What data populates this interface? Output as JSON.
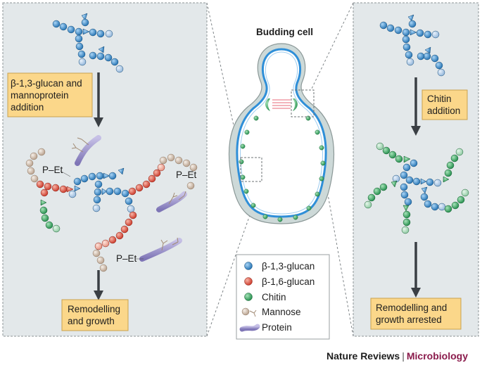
{
  "title": "Budding cell",
  "left_panel": {
    "step1_label_line1": "β-1,3-glucan and",
    "step1_label_line2": "mannoprotein",
    "step1_label_line3": "addition",
    "step2_label_line1": "Remodelling",
    "step2_label_line2": "and growth",
    "pet_label": "P–Et"
  },
  "right_panel": {
    "step1_label_line1": "Chitin",
    "step1_label_line2": "addition",
    "step2_label_line1": "Remodelling and",
    "step2_label_line2": "growth arrested"
  },
  "legend": {
    "items": [
      {
        "label": "β-1,3-glucan",
        "color": "#2f7fc0"
      },
      {
        "label": "β-1,6-glucan",
        "color": "#d9443a"
      },
      {
        "label": "Chitin",
        "color": "#2e9a5a"
      },
      {
        "label": "Mannose",
        "color": "#cdb9a7"
      },
      {
        "label": "Protein",
        "color": "#9b93c8"
      }
    ]
  },
  "footer": {
    "publisher": "Nature Reviews",
    "separator": "|",
    "journal": "Microbiology"
  },
  "colors": {
    "panel_bg": "#e3e8ea",
    "label_box": "#fbd78a",
    "glucan_b13": "#2f7fc0",
    "glucan_b16": "#d9443a",
    "chitin": "#2e9a5a",
    "mannose": "#cdb9a7",
    "protein": "#9b93c8",
    "cell_wall": "#cdd9d8",
    "membrane": "#2f8fd8"
  }
}
